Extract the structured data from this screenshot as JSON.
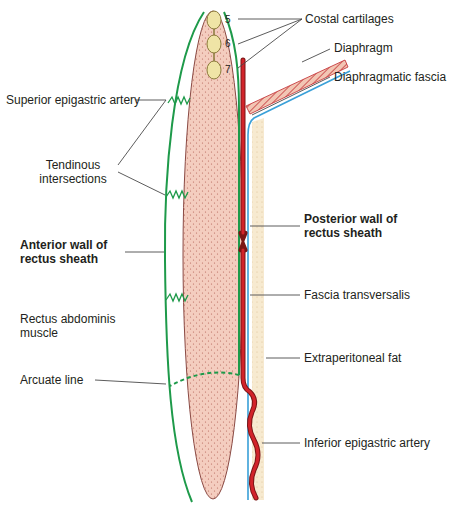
{
  "diagram": {
    "labels": [
      "Costal cartilages",
      "5",
      "6",
      "7",
      "Diaphragm",
      "Diaphragmatic fascia",
      "Superior epigastric artery",
      "Tendinous intersections",
      "Anterior wall of rectus sheath",
      "Posterior wall of rectus sheath",
      "Fascia transversalis",
      "Rectus abdominis muscle",
      "Extraperitoneal fat",
      "Arcuate line",
      "Inferior epigastric artery"
    ]
  }
}
